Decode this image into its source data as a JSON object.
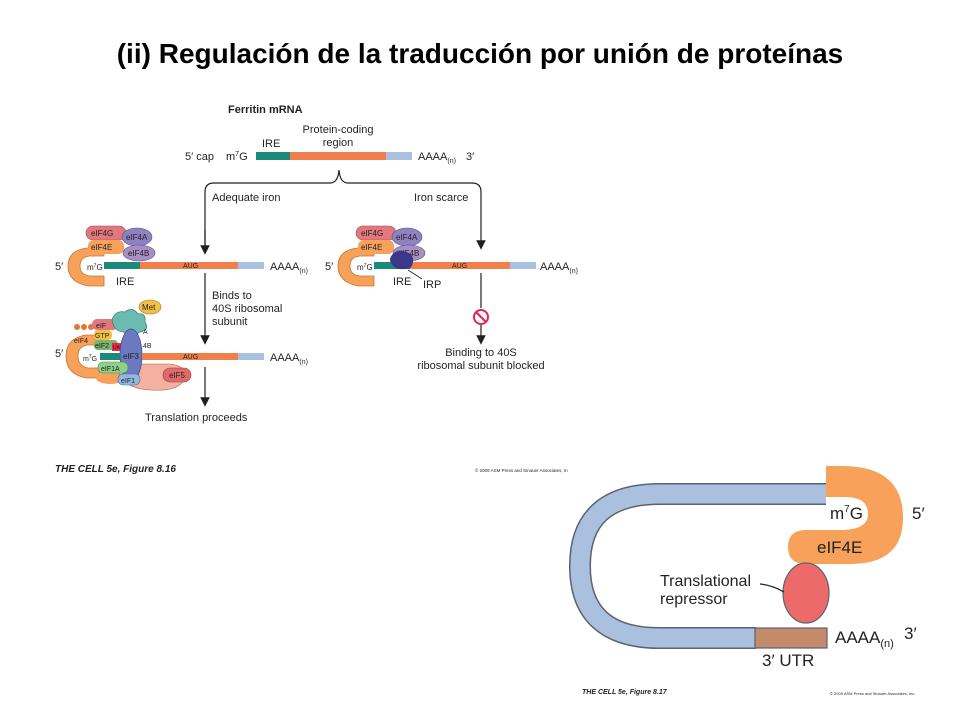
{
  "title": "(ii) Regulación de la traducción por unión de proteínas",
  "fig1": {
    "mrna_title": "Ferritin mRNA",
    "five_cap": "5′ cap",
    "m7g": "m7G",
    "ire": "IRE",
    "coding": [
      "Protein-coding",
      "region"
    ],
    "aaaa": "AAAA(n)",
    "three": "3′",
    "adequate": "Adequate iron",
    "scarce": "Iron scarce",
    "five": "5′",
    "eif4g": "eIF4G",
    "eif4e": "eIF4E",
    "eif4a": "eIF4A",
    "eif4b": "eIF4B",
    "aug": "AUG",
    "irp": "IRP",
    "binds": [
      "Binds to",
      "40S ribosomal",
      "subunit"
    ],
    "met": "Met",
    "gtp": "GTP",
    "eif2": "eIF2",
    "eif3": "eIF3",
    "eif1a": "eIF1A",
    "eif1": "eIF1",
    "eif5": "eIF5",
    "proceeds": "Translation proceeds",
    "blocked": [
      "Binding to 40S",
      "ribosomal subunit blocked"
    ],
    "caption": "THE CELL 5e, Figure 8.16",
    "copyright": "© 2009 ASM Press and Sinauer Associates, In"
  },
  "fig2": {
    "m7g": "m7G",
    "five": "5′",
    "eif4e": "eIF4E",
    "repressor": [
      "Translational",
      "repressor"
    ],
    "aaaa": "AAAA(n)",
    "three": "3′",
    "utr": "3′ UTR",
    "caption": "THE CELL 5e, Figure 8.17",
    "copyright": "© 2009 ASM Press and Sinauer Associates, Inc."
  },
  "colors": {
    "orange": "#f7a15a",
    "coding": "#f07f4b",
    "ire": "#1a8a7a",
    "polyA": "#a9c0de",
    "purple": "#7c6cb0",
    "pink": "#e0787e",
    "repressor": "#ec6a6a",
    "utr": "#c38b6a",
    "block": "#e5264f"
  }
}
